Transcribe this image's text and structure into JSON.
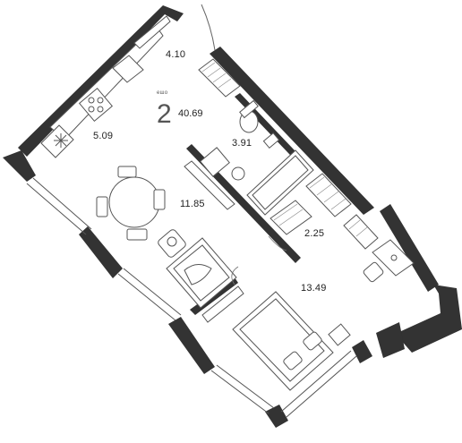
{
  "unit": {
    "rooms_label": "ешо",
    "rooms_count": "2",
    "total_area": "40.69"
  },
  "rooms": [
    {
      "name": "room-area-kitchen-hall",
      "area": "4.10"
    },
    {
      "name": "room-area-kitchen",
      "area": "5.09"
    },
    {
      "name": "room-area-bathroom",
      "area": "3.91"
    },
    {
      "name": "room-area-living",
      "area": "11.85"
    },
    {
      "name": "room-area-corridor",
      "area": "2.25"
    },
    {
      "name": "room-area-bedroom",
      "area": "13.49"
    }
  ],
  "colors": {
    "wall": "#333333",
    "line": "#555555",
    "fill": "#ffffff"
  }
}
